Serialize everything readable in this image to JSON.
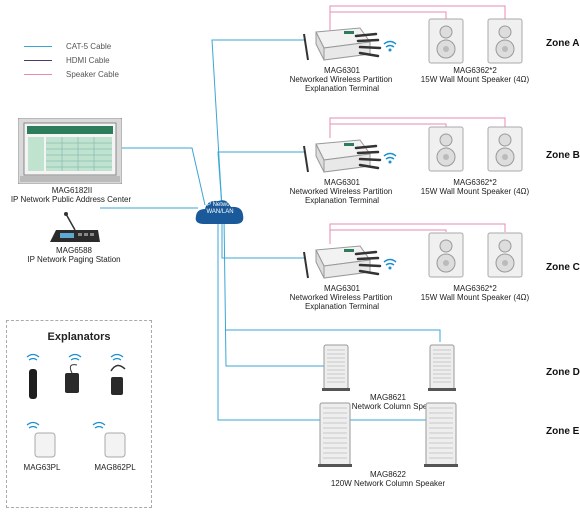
{
  "legend": [
    {
      "label": "CAT-5 Cable",
      "color": "#3aa6d6"
    },
    {
      "label": "HDMI Cable",
      "color": "#4a3a6a"
    },
    {
      "label": "Speaker Cable",
      "color": "#e88ab4"
    }
  ],
  "center": {
    "model": "MAG6182II",
    "name": "IP Network Public Address Center"
  },
  "paging": {
    "model": "MAG6588",
    "name": "IP Network Paging Station"
  },
  "cloud": {
    "line1": "IP Network",
    "line2": "WAN/LAN"
  },
  "zones": [
    {
      "label": "Zone A",
      "terminal_model": "MAG6301",
      "terminal_line1": "Networked Wireless Partition",
      "terminal_line2": "Explanation Terminal",
      "speaker_model": "MAG6362*2",
      "speaker_desc": "15W Wall Mount Speaker (4Ω)"
    },
    {
      "label": "Zone B",
      "terminal_model": "MAG6301",
      "terminal_line1": "Networked Wireless Partition",
      "terminal_line2": "Explanation Terminal",
      "speaker_model": "MAG6362*2",
      "speaker_desc": "15W Wall Mount Speaker (4Ω)"
    },
    {
      "label": "Zone C",
      "terminal_model": "MAG6301",
      "terminal_line1": "Networked Wireless Partition",
      "terminal_line2": "Explanation Terminal",
      "speaker_model": "MAG6362*2",
      "speaker_desc": "15W Wall Mount Speaker (4Ω)"
    },
    {
      "label": "Zone D",
      "speaker_model": "MAG8621",
      "speaker_desc": "60W Network Column Speaker"
    },
    {
      "label": "Zone E",
      "speaker_model": "MAG8622",
      "speaker_desc": "120W Network Column Speaker"
    }
  ],
  "explanators": {
    "title": "Explanators",
    "items": [
      "MAG63PL",
      "MAG862PL"
    ]
  }
}
